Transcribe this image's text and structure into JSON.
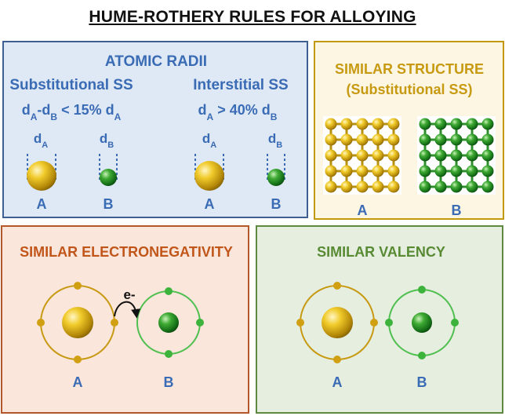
{
  "title": "HUME-ROTHERY RULES FOR ALLOYING",
  "atomic_radii": {
    "heading": "ATOMIC RADII",
    "substitutional": {
      "label": "Substitutional SS",
      "formula": {
        "d1": "d",
        "s1": "A",
        "minus": "-d",
        "s2": "B",
        "rest": " < 15% d",
        "s3": "A"
      }
    },
    "interstitial": {
      "label": "Interstitial SS",
      "formula": {
        "d1": "d",
        "s1": "A",
        "rest": " > 40% d",
        "s2": "B"
      }
    },
    "dimension": {
      "d": "d",
      "a_sub": "A",
      "b_sub": "B"
    },
    "atoms": [
      "A",
      "B",
      "A",
      "B"
    ]
  },
  "structure": {
    "heading_line1": "SIMILAR STRUCTURE",
    "heading_line2": "(Substitutional SS)",
    "labels": [
      "A",
      "B"
    ]
  },
  "electronegativity": {
    "heading": "SIMILAR ELECTRONEGATIVITY",
    "electron": "e-",
    "labels": [
      "A",
      "B"
    ]
  },
  "valency": {
    "heading": "SIMILAR VALENCY",
    "labels": [
      "A",
      "B"
    ]
  },
  "colors": {
    "gold": "#e0b418",
    "green": "#2b8a2b",
    "blue": "#3a6bb5",
    "orange": "#c1561b"
  }
}
